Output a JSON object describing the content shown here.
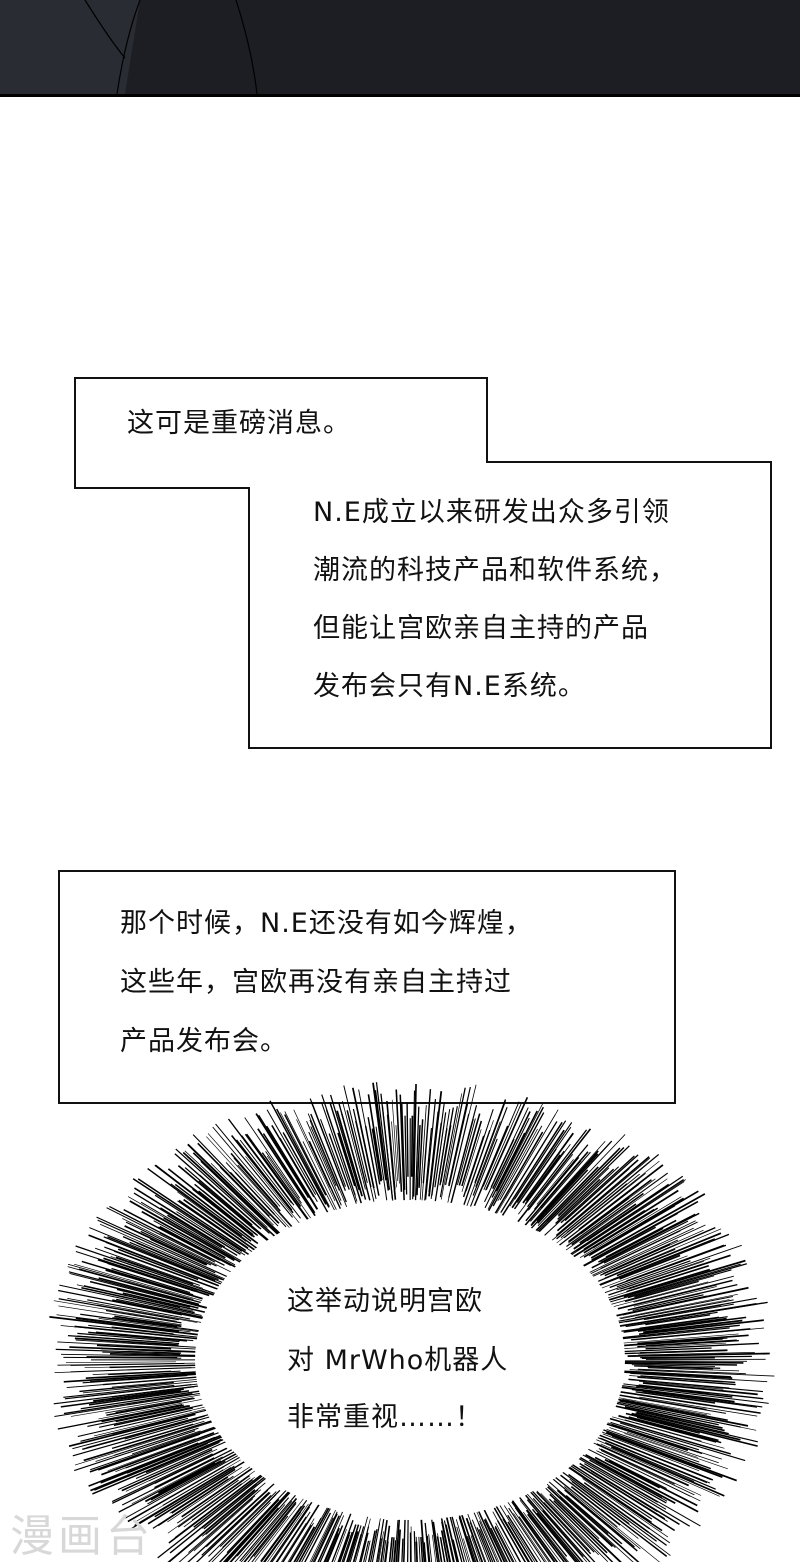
{
  "caption_1": {
    "text": "这可是重磅消息。"
  },
  "caption_2": {
    "lines": [
      "N.E成立以来研发出众多引领",
      "潮流的科技产品和软件系统，",
      "但能让宫欧亲自主持的产品",
      "发布会只有N.E系统。"
    ]
  },
  "caption_3": {
    "lines": [
      "那个时候，N.E还没有如今辉煌，",
      "这些年，宫欧再没有亲自主持过",
      "产品发布会。"
    ]
  },
  "burst_caption": {
    "lines": [
      "这举动说明宫欧",
      "对 MrWho机器人",
      "非常重视……！"
    ]
  },
  "watermark": "漫画台",
  "colors": {
    "top_panel": "#1c1e24",
    "ink": "#111111",
    "watermark": "#d8d8d8"
  }
}
